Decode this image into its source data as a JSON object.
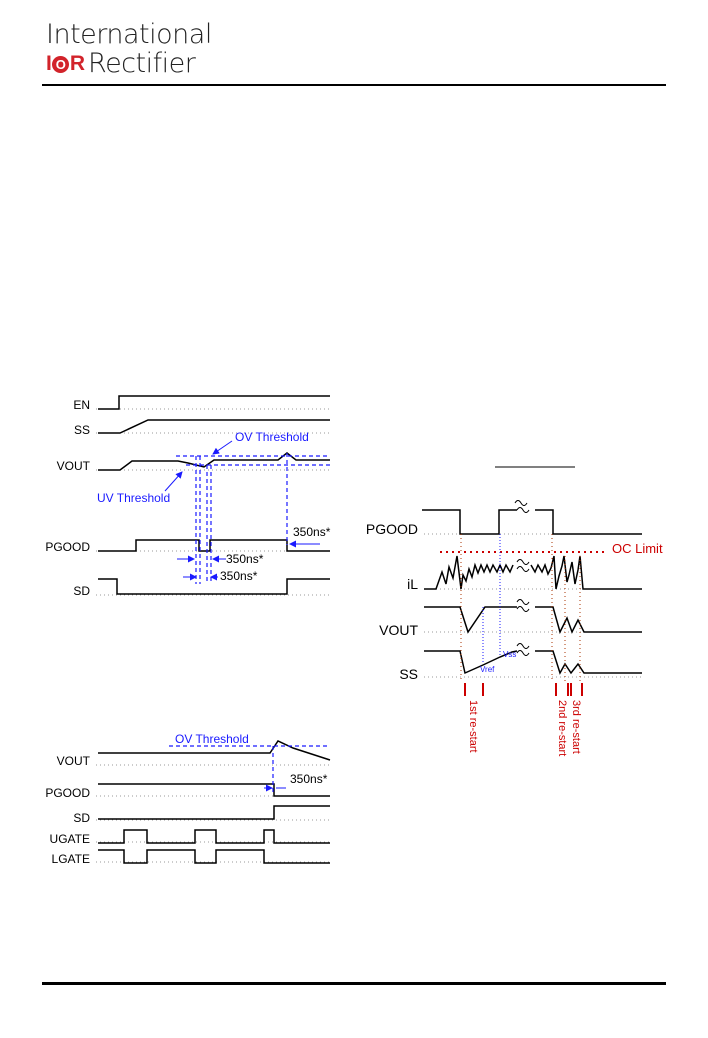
{
  "header": {
    "company_line1": "International",
    "logo_i": "I",
    "logo_o": "O",
    "logo_r": "R",
    "company_word": "Rectifier"
  },
  "diagram_ovuv": {
    "signals": [
      "EN",
      "SS",
      "VOUT",
      "PGOOD",
      "SD"
    ],
    "ov_threshold": "OV Threshold",
    "uv_threshold": "UV Threshold",
    "delay_1": "350ns*",
    "delay_2": "350ns*",
    "delay_3": "350ns*"
  },
  "diagram_ov_shutdown": {
    "signals": [
      "VOUT",
      "PGOOD",
      "SD",
      "UGATE",
      "LGATE"
    ],
    "ov_threshold": "OV Threshold",
    "delay": "350ns*"
  },
  "diagram_oc": {
    "signals": [
      "PGOOD",
      "iL",
      "VOUT",
      "SS"
    ],
    "oc_limit": "OC Limit",
    "vref": "Vref",
    "vss": "Vss",
    "restarts": [
      "1st re-start",
      "2nd re-start",
      "3rd re-start"
    ]
  },
  "colors": {
    "blue": "#1a1aff",
    "red": "#cc0000",
    "black": "#000000",
    "gray_dots": "#888888"
  }
}
